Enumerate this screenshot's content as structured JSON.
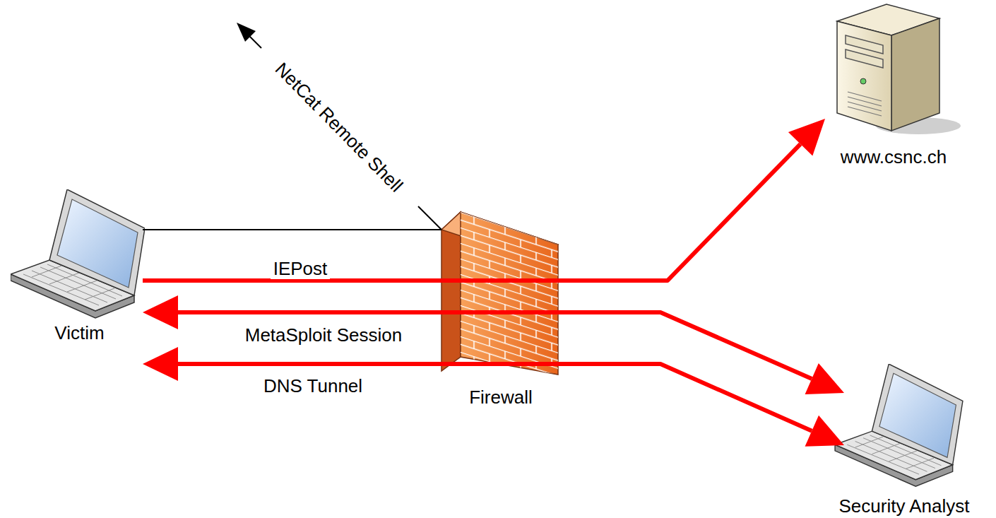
{
  "diagram": {
    "nodes": [
      {
        "text": [
          "Victim"
        ]
      },
      {
        "text": [
          "Firewall"
        ]
      },
      {
        "text": [
          "www.csnc.ch"
        ]
      },
      {
        "text": [
          "Security Analyst"
        ]
      }
    ],
    "edges": [
      {
        "from": 0,
        "to": 2,
        "arrow": "to",
        "label": "IEPost"
      },
      {
        "from": 0,
        "to": 3,
        "arrow": "both",
        "label": "MetaSploit Session"
      },
      {
        "from": 0,
        "to": 3,
        "arrow": "both",
        "label": "DNS Tunnel"
      },
      {
        "from": 0,
        "to": 1,
        "arrow": "none"
      }
    ],
    "labels": [
      "NetCat Remote Shell"
    ]
  }
}
